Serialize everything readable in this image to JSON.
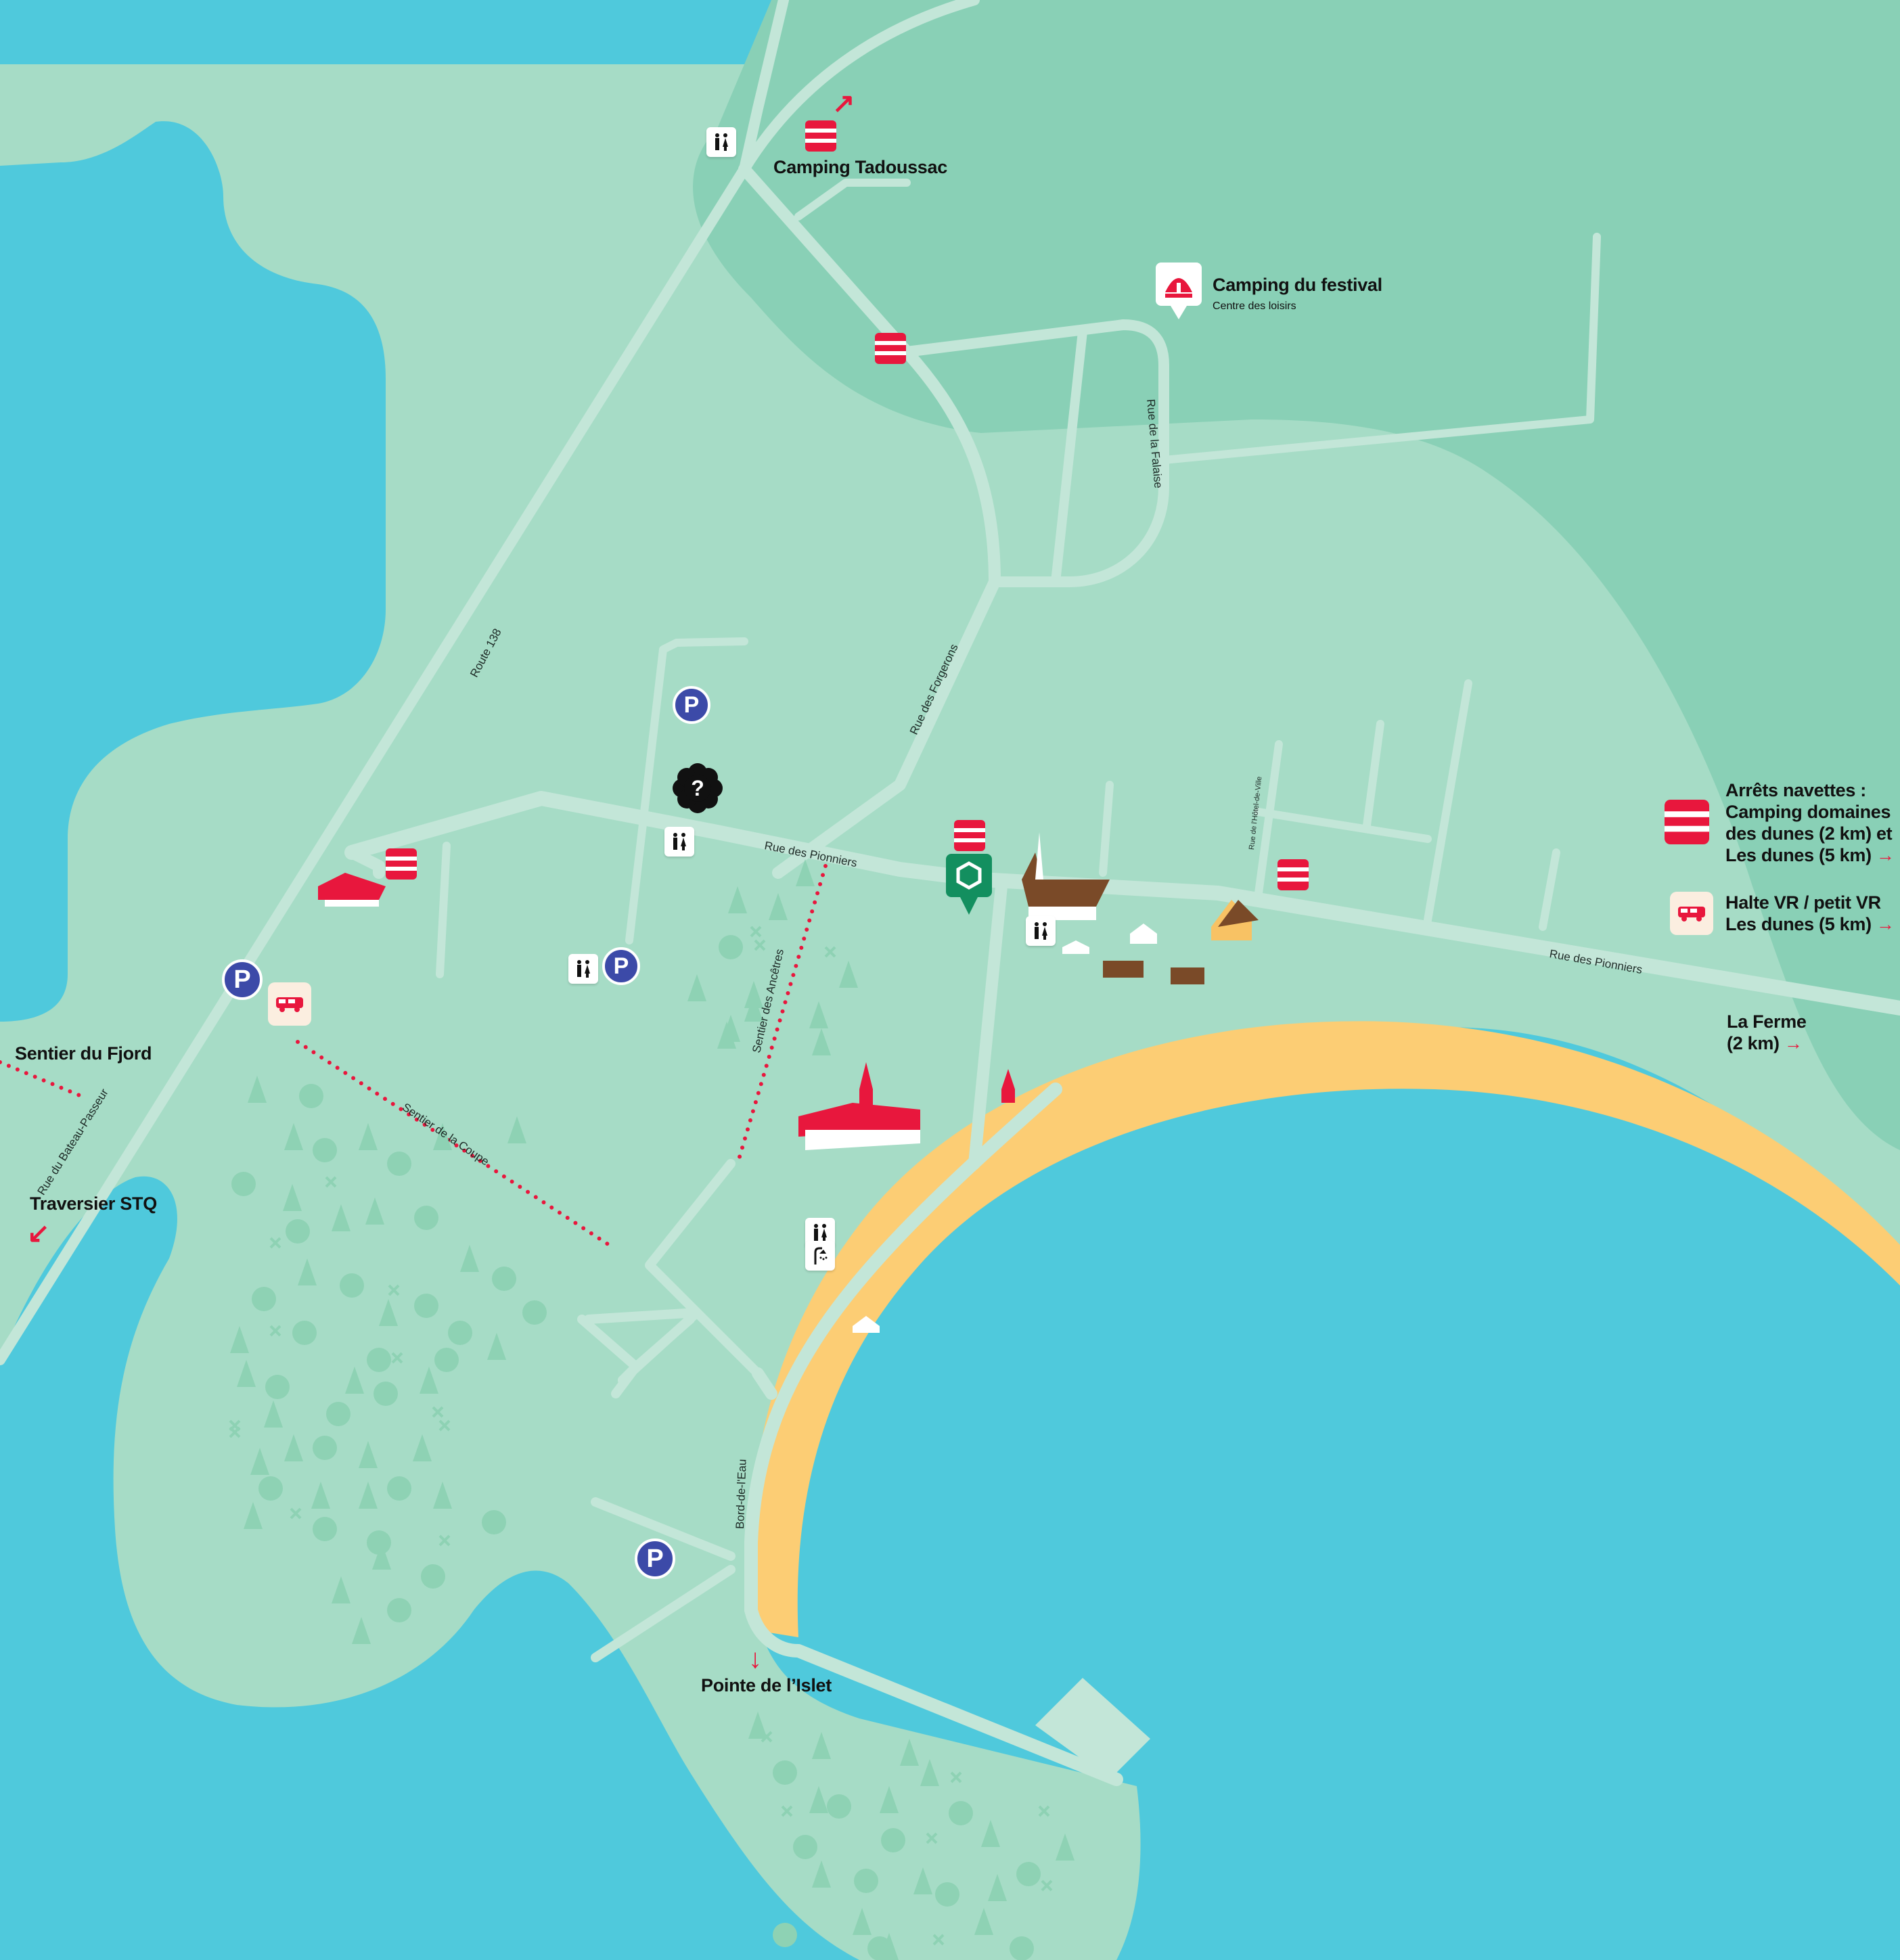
{
  "colors": {
    "water": "#4fc9dc",
    "land": "#a6dcc6",
    "land_dark": "#89d0b6",
    "road": "#c3e6d8",
    "beach": "#fccd74",
    "accent": "#e8173d",
    "parking": "#3c4aa8",
    "festival_pin": "#138f5f"
  },
  "places": {
    "camping_tadoussac": "Camping Tadoussac",
    "camping_festival": "Camping du festival",
    "camping_festival_sub": "Centre des loisirs",
    "sentier_fjord": "Sentier du Fjord",
    "traversier": "Traversier STQ",
    "pointe_islet": "Pointe de l’Islet",
    "arrets_l1": "Arrêts navettes :",
    "arrets_l2": "Camping domaines",
    "arrets_l3": "des dunes (2 km) et",
    "arrets_l4": "Les dunes (5 km)",
    "halte_l1": "Halte VR / petit VR",
    "halte_l2": "Les dunes (5 km)",
    "ferme_l1": "La Ferme",
    "ferme_l2": "(2 km)"
  },
  "roads": {
    "route138": "Route 138",
    "forgerons": "Rue des Forgerons",
    "falaise": "Rue de la Falaise",
    "pionniers_1": "Rue des Pionniers",
    "pionniers_2": "Rue des Pionniers",
    "hotel_ville": "Rue de l'Hôtel-de-Ville",
    "ancetres": "Sentier des Ancêtres",
    "coupe": "Sentier de la Coupe",
    "bateau_passeur": "Rue du Bateau-Passeur",
    "bord_eau": "Bord-de-l'Eau"
  },
  "icons": {
    "parking": "P",
    "info": "?",
    "shuttle": "shuttle-stop-icon",
    "restroom": "restroom-icon",
    "rv": "rv-icon",
    "tent": "festival-camping-icon",
    "shower": "shower-icon",
    "festival": "festival-site-icon",
    "arrow": "→",
    "arrow_ne": "↗",
    "arrow_down": "↓",
    "arrow_sw": "↙"
  }
}
